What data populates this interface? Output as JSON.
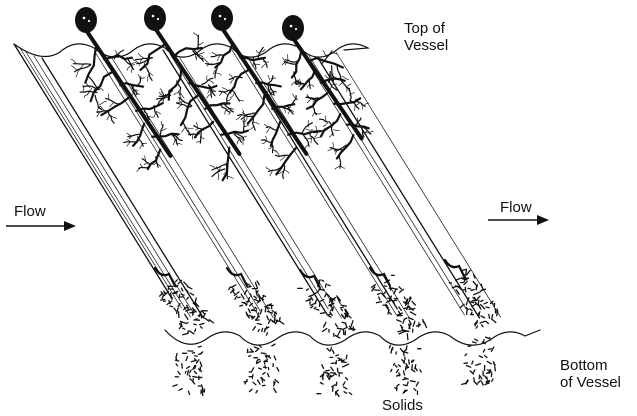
{
  "labels": {
    "top_line1": "Top of",
    "top_line2": "Vessel",
    "flow_left": "Flow",
    "flow_right": "Flow",
    "bottom_line1": "Bottom",
    "bottom_line2": "of Vessel",
    "solids": "Solids"
  },
  "colors": {
    "ink": "#111111",
    "background": "#ffffff"
  },
  "icons": {
    "flow_arrow": "right-arrow-icon"
  }
}
